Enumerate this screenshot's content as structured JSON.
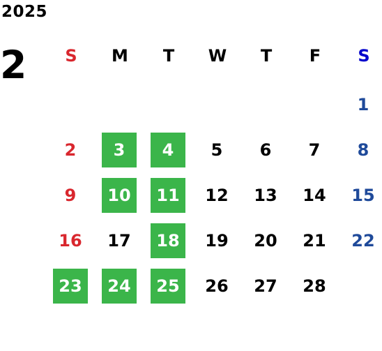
{
  "year": "2025",
  "month": "2",
  "colors": {
    "weekday": "#000000",
    "sunday": "#d9272e",
    "saturday": "#1f4a9a",
    "saturday_header": "#0000cc",
    "highlight_bg": "#3bb54a",
    "highlight_text": "#ffffff"
  },
  "weekdays": [
    "S",
    "M",
    "T",
    "W",
    "T",
    "F",
    "S"
  ],
  "weeks": [
    [
      null,
      null,
      null,
      null,
      null,
      null,
      1
    ],
    [
      2,
      3,
      4,
      5,
      6,
      7,
      8
    ],
    [
      9,
      10,
      11,
      12,
      13,
      14,
      15
    ],
    [
      16,
      17,
      18,
      19,
      20,
      21,
      22
    ],
    [
      23,
      24,
      25,
      26,
      27,
      28,
      null
    ]
  ],
  "highlighted": [
    3,
    4,
    10,
    11,
    18,
    23,
    24,
    25
  ]
}
